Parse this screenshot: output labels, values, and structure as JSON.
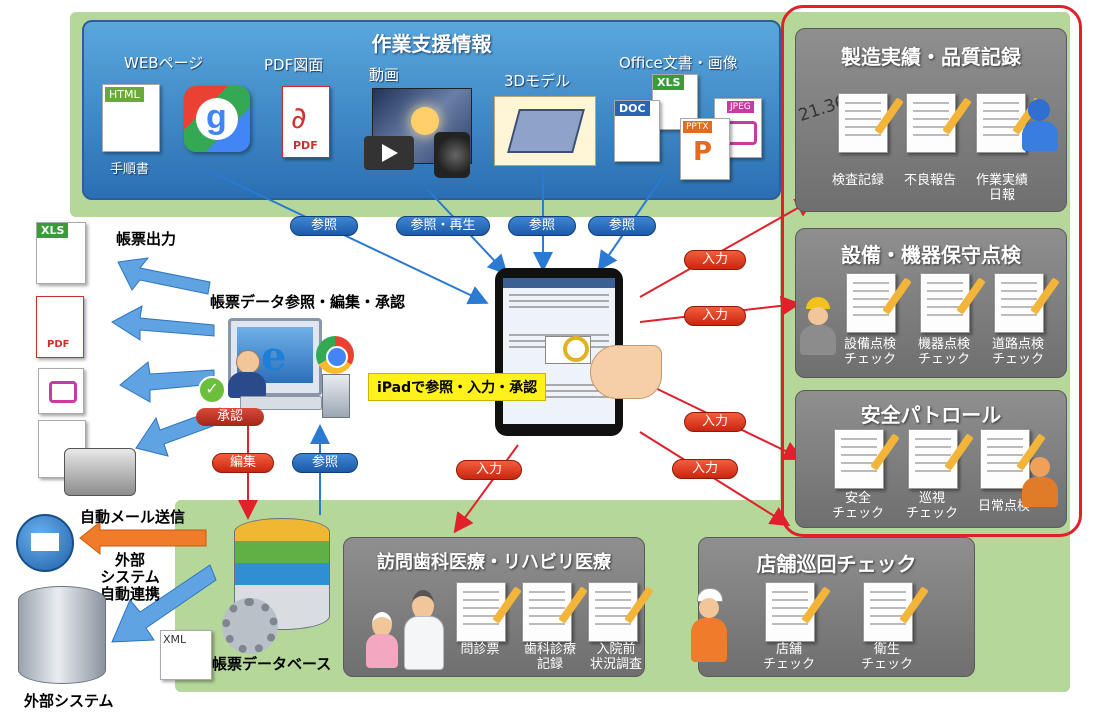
{
  "top_panel": {
    "title": "作業支援情報",
    "media": [
      {
        "label": "WEBページ"
      },
      {
        "label": "PDF図面"
      },
      {
        "label": "動画"
      },
      {
        "label": "3Dモデル"
      },
      {
        "label": "Office文書・画像"
      }
    ],
    "html_label": "HTML",
    "tejunsho": "手順書",
    "pdf_label": "PDF",
    "xls_label": "XLS",
    "doc_label": "DOC",
    "jpeg_label": "JPEG",
    "pptx_label": "PPTX"
  },
  "ref_pills": [
    "参照",
    "参照・再生",
    "参照",
    "参照"
  ],
  "ipad": {
    "caption": "iPadで参照・入力・承認"
  },
  "input_pills": [
    "入力",
    "入力",
    "入力",
    "入力",
    "入力"
  ],
  "left": {
    "report_output": "帳票出力",
    "report_ref": "帳票データ参照・編集・承認",
    "xls": "XLS",
    "pdf": "PDF",
    "approve": "承認",
    "edit": "編集",
    "ref": "参照",
    "auto_mail": "自動メール送信",
    "external_link": "外部\nシステム\n自動連携",
    "report_db": "帳票データベース",
    "external_system": "外部システム",
    "xml": "XML"
  },
  "right_panels": [
    {
      "title": "製造実績・品質記録",
      "docs": [
        "検査記録",
        "不良報告",
        "作業実績\n日報"
      ],
      "number": "21.36"
    },
    {
      "title": "設備・機器保守点検",
      "docs": [
        "設備点検\nチェック",
        "機器点検\nチェック",
        "道路点検\nチェック"
      ]
    },
    {
      "title": "安全パトロール",
      "docs": [
        "安全\nチェック",
        "巡視\nチェック",
        "日常点検"
      ]
    }
  ],
  "bottom_panels": [
    {
      "title": "訪問歯科医療・リハビリ医療",
      "docs": [
        "問診票",
        "歯科診療\n記録",
        "入院前\n状況調査"
      ]
    },
    {
      "title": "店舗巡回チェック",
      "docs": [
        "店舗\nチェック",
        "衛生\nチェック"
      ]
    }
  ],
  "colors": {
    "red_frame": "#e0202a",
    "blue_arrow": "#2a79d3",
    "red_arrow": "#e0202a",
    "green_bg": "#b5d79a",
    "orange_arrow": "#f07b2a"
  }
}
